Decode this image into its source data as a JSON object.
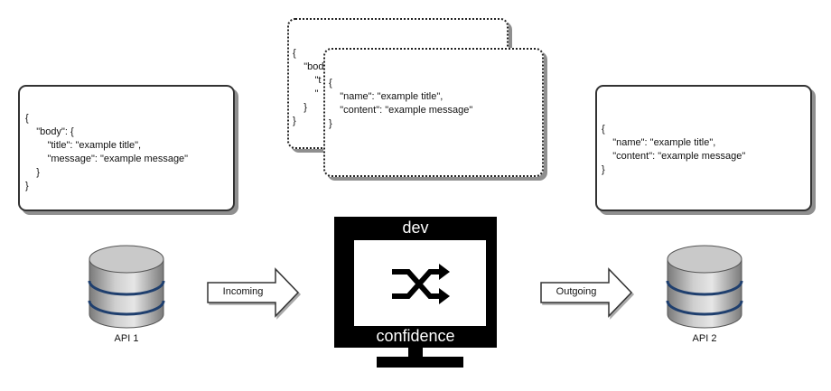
{
  "left_card": {
    "text": "{\n    \"body\": {\n        \"title\": \"example title\",\n        \"message\": \"example message\"\n    }\n}"
  },
  "back_card": {
    "text": "{\n    \"body\": {\n        \"t\n        \"\n    }\n}"
  },
  "front_card": {
    "text": "{\n    \"name\": \"example title\",\n    \"content\": \"example message\"\n}"
  },
  "right_card": {
    "text": "{\n    \"name\": \"example title\",\n    \"content\": \"example message\"\n}"
  },
  "api1": {
    "label": "API 1"
  },
  "api2": {
    "label": "API 2"
  },
  "incoming": {
    "label": "Incoming"
  },
  "outgoing": {
    "label": "Outgoing"
  },
  "monitor": {
    "top_text": "dev",
    "bottom_text": "confidence"
  },
  "colors": {
    "db_body": "#c8c8c8",
    "db_band": "#1f3f6e",
    "monitor": "#000000"
  }
}
